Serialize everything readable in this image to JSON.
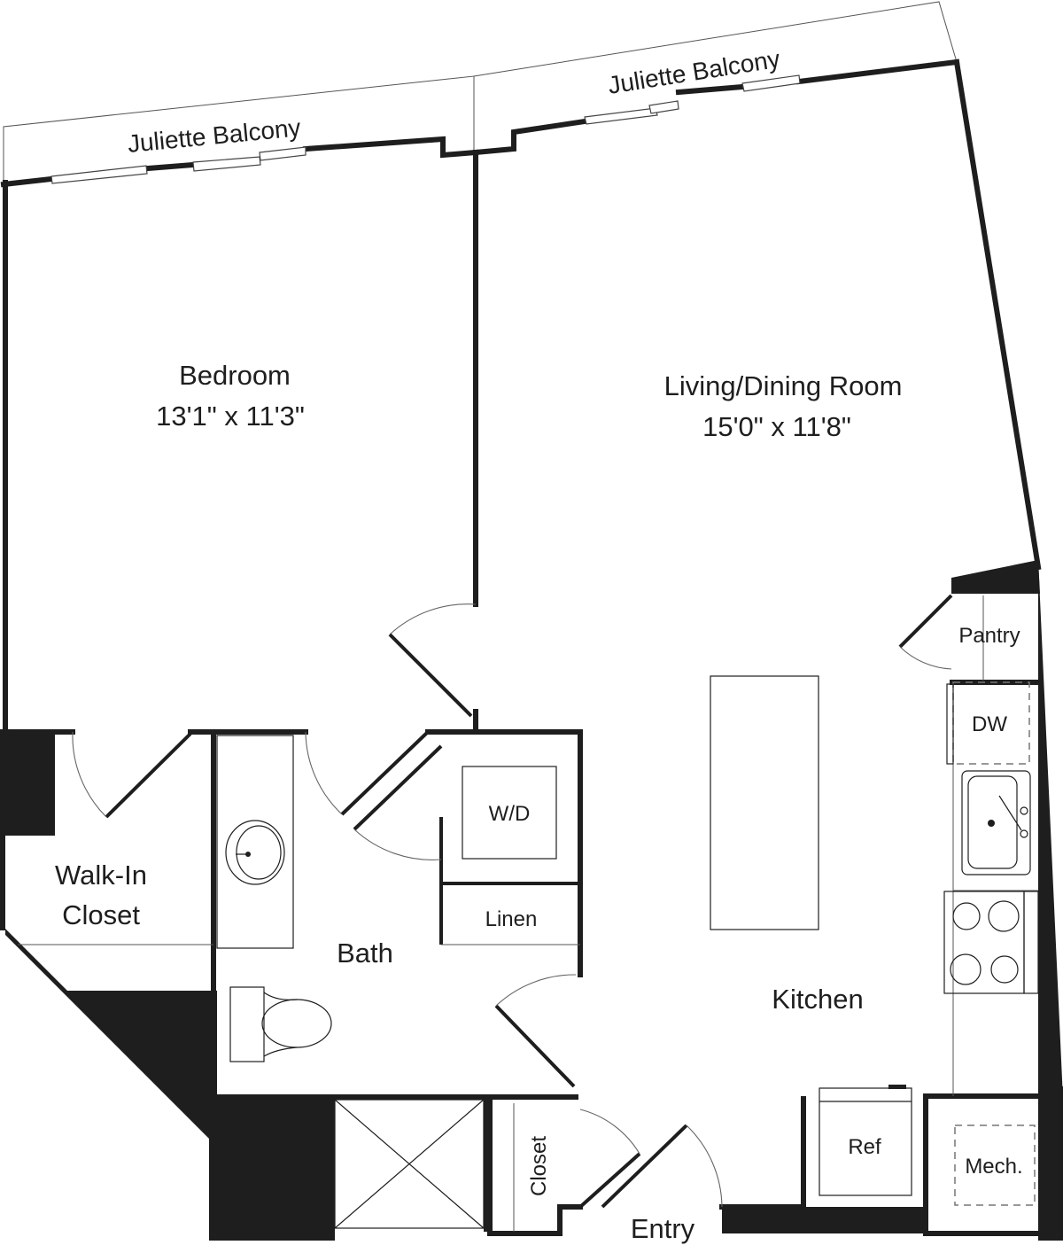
{
  "floorplan": {
    "balconies": [
      {
        "label": "Juliette Balcony",
        "position": "left"
      },
      {
        "label": "Juliette Balcony",
        "position": "right"
      }
    ],
    "rooms": {
      "bedroom": {
        "name": "Bedroom",
        "dimensions": "13'1\" x 11'3\""
      },
      "living_dining": {
        "name": "Living/Dining Room",
        "dimensions": "15'0\" x 11'8\""
      },
      "walk_in_closet": {
        "line1": "Walk-In",
        "line2": "Closet"
      },
      "bath": {
        "name": "Bath"
      },
      "kitchen": {
        "name": "Kitchen"
      },
      "entry": {
        "name": "Entry"
      },
      "closet": {
        "name": "Closet"
      }
    },
    "fixtures": {
      "washer_dryer": "W/D",
      "linen": "Linen",
      "pantry": "Pantry",
      "dishwasher": "DW",
      "refrigerator": "Ref",
      "mechanical": "Mech."
    },
    "colors": {
      "wall": "#1e1e1e",
      "background": "#ffffff",
      "thin_line": "#555555"
    }
  }
}
